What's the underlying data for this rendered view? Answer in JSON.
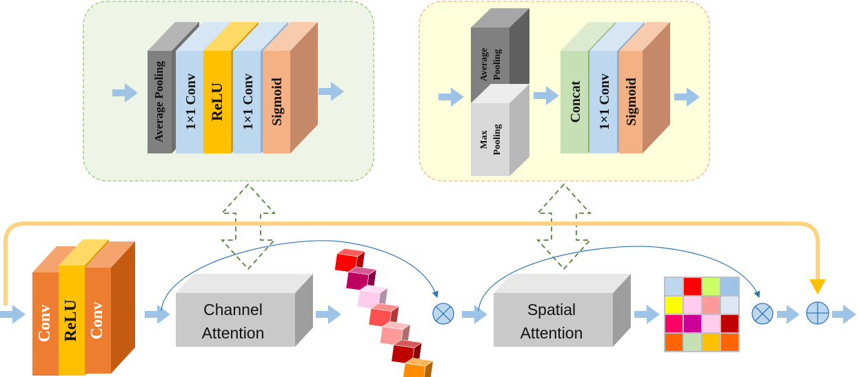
{
  "channel_attention_module": {
    "layers": [
      "Average Pooling",
      "1×1 Conv",
      "ReLU",
      "1×1 Conv",
      "Sigmoid"
    ]
  },
  "spatial_attention_module": {
    "pool_top": [
      "Average",
      "Pooling"
    ],
    "pool_bottom": [
      "Max",
      "Pooling"
    ],
    "layers": [
      "Concat",
      "1×1 Conv",
      "Sigmoid"
    ]
  },
  "main_flow": {
    "conv_block": [
      "Conv",
      "ReLU",
      "Conv"
    ],
    "channel_attention": [
      "Channel",
      "Attention"
    ],
    "spatial_attention": [
      "Spatial",
      "Attention"
    ]
  },
  "colors": {
    "arrow": "#9DC3E6",
    "skip": "#FFD27F",
    "green_panel": "#EEF4E6",
    "yellow_panel": "#FFFFDC",
    "conv_orange": "#ED7D31",
    "relu_yellow": "#FFC000",
    "conv_blue": "#BDD7EE",
    "sigmoid_peach": "#F4B183",
    "pool_gray": "#808080",
    "concat_green": "#C5E0B4"
  },
  "channel_vector_colors": [
    "#FF0000",
    "#C00060",
    "#FFCCEE",
    "#FF5050",
    "#FF9999",
    "#C00000",
    "#FF8C00"
  ],
  "spatial_map_colors": [
    [
      "#BDD7EE",
      "#FF0000",
      "#CCFF66",
      "#9DC3E6"
    ],
    [
      "#FFFF00",
      "#FFCCEE",
      "#FF9999",
      "#DDE6F4"
    ],
    [
      "#FF0066",
      "#CC0099",
      "#FFCCEE",
      "#C00000"
    ],
    [
      "#FF6600",
      "#C5E0B4",
      "#FFC000",
      "#FF6600"
    ]
  ]
}
